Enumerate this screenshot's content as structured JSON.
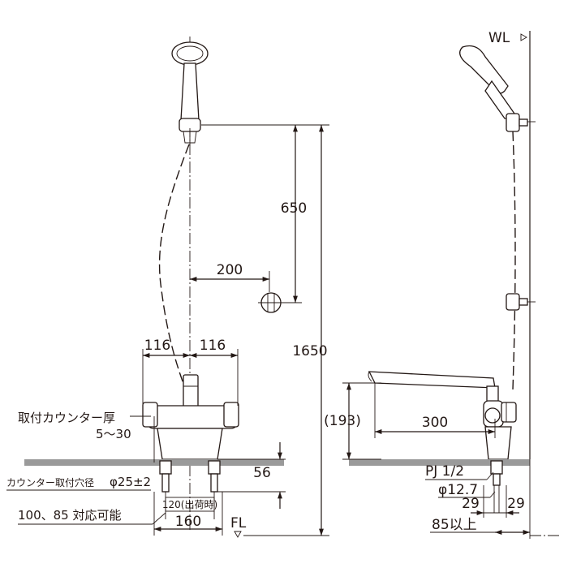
{
  "front_view": {
    "dimensions": {
      "bar_offset": "200",
      "hanger_gap": "650",
      "total_height": "1650",
      "left_half_width": "116",
      "right_half_width": "116",
      "counter_drop": "56",
      "base_width": "160",
      "pitch_note": "120(出荷時)"
    },
    "labels": {
      "counter_thickness_title": "取付カウンター厚",
      "counter_thickness_range": "5～30",
      "counter_hole": "カウンター取付穴径",
      "hole_diameter": "φ25±2",
      "pitch_options": "100、85 対応可能",
      "floor_level": "FL"
    }
  },
  "side_view": {
    "labels": {
      "wall_level": "WL",
      "pipe_thread": "PJ 1/2",
      "pipe_diameter": "φ12.7",
      "wall_clearance": "85以上"
    },
    "dimensions": {
      "height_ref": "(193)",
      "spout_length": "300",
      "left_offset": "29",
      "right_offset": "29"
    }
  }
}
